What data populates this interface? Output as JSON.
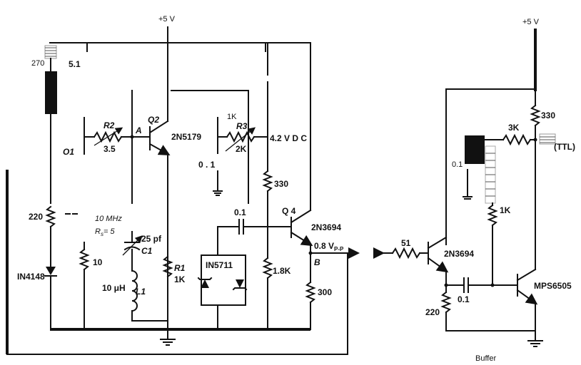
{
  "labels": {
    "vcc_main": "+5 V",
    "vcc_buffer": "+5 V",
    "r270": "270",
    "v51": "5.1",
    "r2": "R2",
    "r2_val": "3.5",
    "node_a": "A",
    "q2": "Q2",
    "q2_part": "2N5179",
    "q1": "O1",
    "r3_top": "1K",
    "r3": "R3",
    "r3_val": "2K",
    "v42": "4.2 V D C",
    "c01a": "0 . 1",
    "r330a": "330",
    "c01b": "0.1",
    "q4": "Q 4",
    "q4_part": "2N3694",
    "vpp": "0.8 V",
    "vpp_sub": "P-P",
    "node_b": "B",
    "r300": "300",
    "r18k": "1.8K",
    "diode_pair": "IN5711",
    "r220a": "220",
    "diode1": "IN4148",
    "r10": "10",
    "freq": "10 MHz",
    "rs": "R",
    "rs_sub": "s",
    "rs_val": "= 5",
    "c1_val": "25 pf",
    "c1": "C1",
    "l1_val": "10 μH",
    "l1": "L1",
    "r1": "R1",
    "r1_val": "1K",
    "r51": "51",
    "q_buf1": "2N3694",
    "r220b": "220",
    "c01c": "0.1",
    "r1k_buf": "1K",
    "c01d": "0.1",
    "r3k": "3K",
    "r330b": "330",
    "ttl": "(TTL)",
    "q_buf2": "MPS6505",
    "buffer": "Buffer"
  }
}
